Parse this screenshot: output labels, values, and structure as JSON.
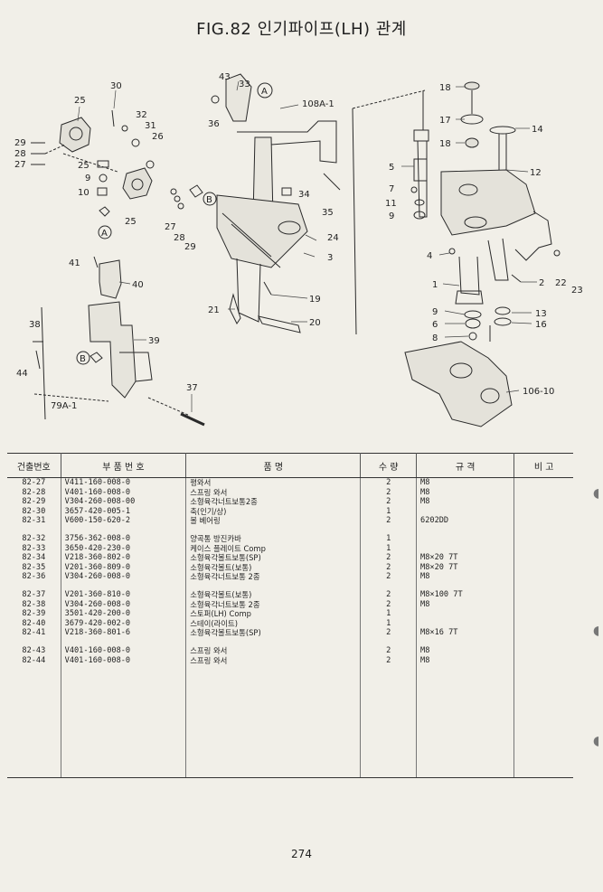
{
  "title": "FIG.82 인기파이프(LH) 관계",
  "diagram_labels": {
    "l25a": "25",
    "l30": "30",
    "l32": "32",
    "l31": "31",
    "l26": "26",
    "l29a": "29",
    "l28a": "28",
    "l27a": "27",
    "l25b": "25",
    "l9a": "9",
    "l10": "10",
    "l25c": "25",
    "l27b": "27",
    "l28b": "28",
    "l29b": "29",
    "l43": "43",
    "l33": "33",
    "l36": "36",
    "l108": "108A-1",
    "l34": "34",
    "l35": "35",
    "l24": "24",
    "l3": "3",
    "l19": "19",
    "l21": "21",
    "l20": "20",
    "l41": "41",
    "l40": "40",
    "l39": "39",
    "l38": "38",
    "l44": "44",
    "l79": "79A-1",
    "l37": "37",
    "l18a": "18",
    "l17": "17",
    "l18b": "18",
    "l14": "14",
    "l5": "5",
    "l12": "12",
    "l7": "7",
    "l11": "11",
    "l9b": "9",
    "l4": "4",
    "l1": "1",
    "l2": "2",
    "l22": "22",
    "l23": "23",
    "l9c": "9",
    "l6": "6",
    "l8": "8",
    "l13": "13",
    "l16": "16",
    "l106": "106-10",
    "refA1": "A",
    "refA2": "A",
    "refB1": "B",
    "refB2": "B"
  },
  "table": {
    "headers": [
      "건출번호",
      "부 품 번 호",
      "품                명",
      "수 량",
      "규      격",
      "비   고"
    ],
    "rows": [
      {
        "ref": "82-27",
        "part": "V411-160-008-0",
        "name": "평와서",
        "qty": "2",
        "spec": "M8",
        "note": ""
      },
      {
        "ref": "82-28",
        "part": "V401-160-008-0",
        "name": "스프링 와서",
        "qty": "2",
        "spec": "M8",
        "note": ""
      },
      {
        "ref": "82-29",
        "part": "V304-260-008-00",
        "name": "소형육각너트보통2종",
        "qty": "2",
        "spec": "M8",
        "note": ""
      },
      {
        "ref": "82-30",
        "part": "3657-420-005-1",
        "name": "축(인기/상)",
        "qty": "1",
        "spec": "",
        "note": ""
      },
      {
        "ref": "82-31",
        "part": "V600-150-620-2",
        "name": "볼 베어링",
        "qty": "2",
        "spec": "6202DD",
        "note": ""
      },
      {
        "gap": true
      },
      {
        "ref": "82-32",
        "part": "3756-362-008-0",
        "name": "양곡통 방진카바",
        "qty": "1",
        "spec": "",
        "note": ""
      },
      {
        "ref": "82-33",
        "part": "3650-420-230-0",
        "name": "케이스 플레이트 Comp",
        "qty": "1",
        "spec": "",
        "note": ""
      },
      {
        "ref": "82-34",
        "part": "V218-360-802-0",
        "name": "소형육각볼트보통(SP)",
        "qty": "2",
        "spec": "M8×20 7T",
        "note": ""
      },
      {
        "ref": "82-35",
        "part": "V201-360-809-0",
        "name": "소형육각볼트(보통)",
        "qty": "2",
        "spec": "M8×20 7T",
        "note": ""
      },
      {
        "ref": "82-36",
        "part": "V304-260-008-0",
        "name": "소형육각너트보통 2종",
        "qty": "2",
        "spec": "M8",
        "note": ""
      },
      {
        "gap": true
      },
      {
        "ref": "82-37",
        "part": "V201-360-810-0",
        "name": "소형육각볼트(보통)",
        "qty": "2",
        "spec": "M8×100 7T",
        "note": ""
      },
      {
        "ref": "82-38",
        "part": "V304-260-008-0",
        "name": "소형육각너트보통 2종",
        "qty": "2",
        "spec": "M8",
        "note": ""
      },
      {
        "ref": "82-39",
        "part": "3501-420-200-0",
        "name": "스토퍼(LH) Comp",
        "qty": "1",
        "spec": "",
        "note": ""
      },
      {
        "ref": "82-40",
        "part": "3679-420-002-0",
        "name": "스테이(라이트)",
        "qty": "1",
        "spec": "",
        "note": ""
      },
      {
        "ref": "82-41",
        "part": "V218-360-801-6",
        "name": "소형육각볼트보통(SP)",
        "qty": "2",
        "spec": "M8×16 7T",
        "note": ""
      },
      {
        "gap": true
      },
      {
        "ref": "82-43",
        "part": "V401-160-008-0",
        "name": "스프링 와서",
        "qty": "2",
        "spec": "M8",
        "note": ""
      },
      {
        "ref": "82-44",
        "part": "V401-160-008-0",
        "name": "스프링 와서",
        "qty": "2",
        "spec": "M8",
        "note": ""
      }
    ]
  },
  "page_number": "274"
}
